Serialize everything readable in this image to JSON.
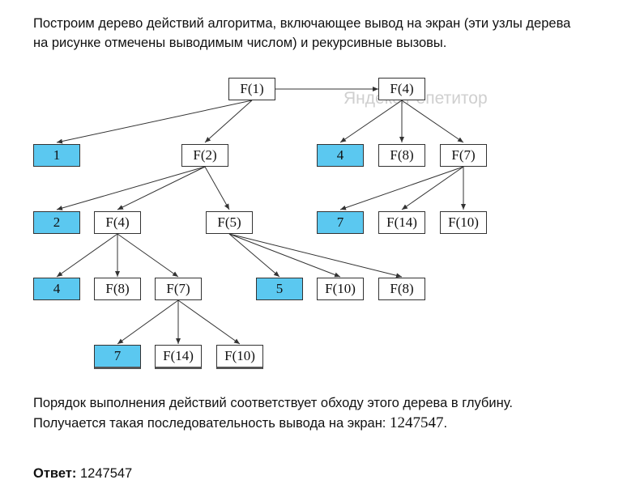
{
  "intro": {
    "line1": "Построим дерево действий алгоритма, включающее вывод на экран (эти узлы дерева",
    "line2": "на рисунке отмечены выводимым числом) и рекурсивные вызовы."
  },
  "watermark": "Яндекс.Репетитор",
  "tree": {
    "nodes": [
      "F(1)",
      "F(4)",
      "1",
      "F(2)",
      "4",
      "F(8)",
      "F(7)",
      "2",
      "F(4)",
      "F(5)",
      "7",
      "F(14)",
      "F(10)",
      "4",
      "F(8)",
      "F(7)",
      "5",
      "F(10)",
      "F(8)",
      "7",
      "F(14)",
      "F(10)"
    ]
  },
  "outro": {
    "line1": "Порядок выполнения действий соответствует обходу этого дерева в глубину.",
    "line2_prefix": "Получается такая последовательность вывода на экран: ",
    "line2_value": "1247547",
    "line2_suffix": "."
  },
  "answer": {
    "label": "Ответ:",
    "value": "1247547"
  },
  "colors": {
    "output_node": "#5bc8f0",
    "border": "#333333"
  }
}
